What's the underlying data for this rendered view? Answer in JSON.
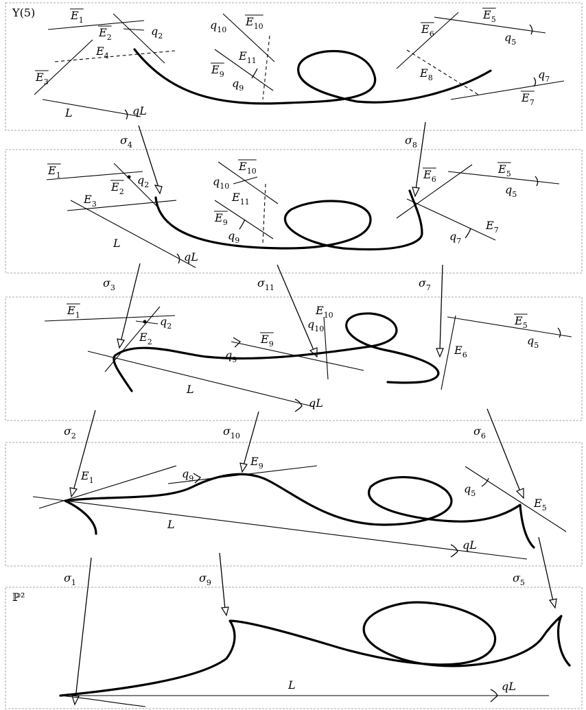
{
  "panels": {
    "p1": "Y(5)",
    "p6": "ℙ²"
  },
  "labels": {
    "E1_bar": "E1",
    "E2_bar": "E2",
    "E3_bar": "E3",
    "E4": "E4",
    "L_bar": "L",
    "qL": "qL",
    "q2": "q2",
    "q10": "q10",
    "E10_bar": "E10",
    "E11": "E11",
    "E9_bar": "E9",
    "q9": "q9",
    "E6_bar": "E6",
    "E5_bar": "E5",
    "q5": "q5",
    "E8": "E8",
    "q7": "q7",
    "E7_bar": "E7",
    "E3": "E3",
    "E6": "E6",
    "E7": "E7",
    "E2": "E2",
    "E10": "E10",
    "E1": "E1",
    "E9": "E9",
    "E5": "E5",
    "L": "L"
  },
  "maps": {
    "s1": "σ1",
    "s2": "σ2",
    "s3": "σ3",
    "s4": "σ4",
    "s5": "σ5",
    "s6": "σ6",
    "s7": "σ7",
    "s8": "σ8",
    "s9": "σ9",
    "s10": "σ10",
    "s11": "σ11"
  },
  "colors": {
    "stroke": "#000000",
    "panel_border": "#8a8a8a",
    "background": "#ffffff"
  }
}
